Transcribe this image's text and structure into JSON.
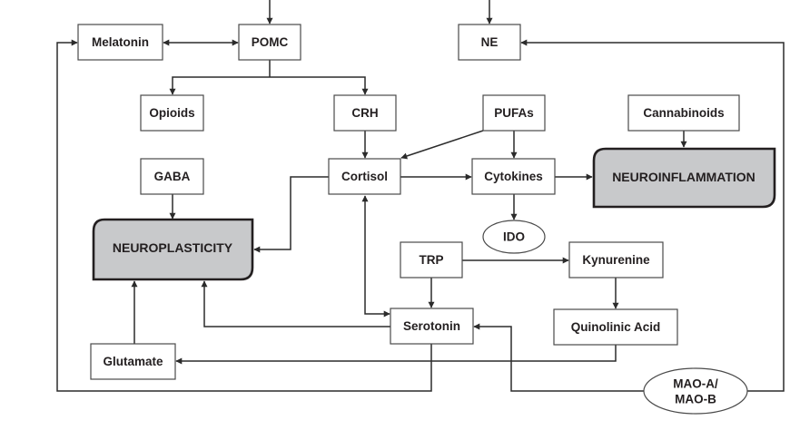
{
  "diagram": {
    "type": "flowchart",
    "colors": {
      "outcome_fill": "#c8c9cb",
      "box_fill": "#ffffff",
      "line": "#2b2b2b",
      "text": "#231f20"
    },
    "nodes": {
      "melatonin": {
        "label": "Melatonin",
        "shape": "box"
      },
      "pomc": {
        "label": "POMC",
        "shape": "box"
      },
      "ne": {
        "label": "NE",
        "shape": "box"
      },
      "opioids": {
        "label": "Opioids",
        "shape": "box"
      },
      "crh": {
        "label": "CRH",
        "shape": "box"
      },
      "pufas": {
        "label": "PUFAs",
        "shape": "box"
      },
      "cannabinoids": {
        "label": "Cannabinoids",
        "shape": "box"
      },
      "gaba": {
        "label": "GABA",
        "shape": "box"
      },
      "cortisol": {
        "label": "Cortisol",
        "shape": "box"
      },
      "cytokines": {
        "label": "Cytokines",
        "shape": "box"
      },
      "neuroinflammation": {
        "label": "NEUROINFLAMMATION",
        "shape": "outcome"
      },
      "neuroplasticity": {
        "label": "NEUROPLASTICITY",
        "shape": "outcome"
      },
      "ido": {
        "label": "IDO",
        "shape": "ellipse"
      },
      "trp": {
        "label": "TRP",
        "shape": "box"
      },
      "kynurenine": {
        "label": "Kynurenine",
        "shape": "box"
      },
      "serotonin": {
        "label": "Serotonin",
        "shape": "box"
      },
      "quinolinic_acid": {
        "label": "Quinolinic Acid",
        "shape": "box"
      },
      "glutamate": {
        "label": "Glutamate",
        "shape": "box"
      },
      "mao": {
        "label_line1": "MAO-A/",
        "label_line2": "MAO-B",
        "shape": "ellipse"
      }
    },
    "edges": [
      {
        "from": "(offscreen)",
        "to": "pomc"
      },
      {
        "from": "(offscreen)",
        "to": "ne"
      },
      {
        "from": "melatonin",
        "to": "pomc",
        "bidirectional": true
      },
      {
        "from": "pomc",
        "to": "opioids"
      },
      {
        "from": "pomc",
        "to": "crh"
      },
      {
        "from": "crh",
        "to": "cortisol"
      },
      {
        "from": "pufas",
        "to": "cortisol"
      },
      {
        "from": "pufas",
        "to": "cytokines"
      },
      {
        "from": "cannabinoids",
        "to": "neuroinflammation"
      },
      {
        "from": "cortisol",
        "to": "cytokines"
      },
      {
        "from": "cytokines",
        "to": "neuroinflammation"
      },
      {
        "from": "cytokines",
        "to": "ido"
      },
      {
        "from": "gaba",
        "to": "neuroplasticity"
      },
      {
        "from": "cortisol",
        "to": "neuroplasticity"
      },
      {
        "from": "cortisol",
        "to": "serotonin",
        "bidirectional": true
      },
      {
        "from": "trp",
        "to": "kynurenine"
      },
      {
        "from": "trp",
        "to": "serotonin"
      },
      {
        "from": "kynurenine",
        "to": "quinolinic_acid"
      },
      {
        "from": "serotonin",
        "to": "neuroplasticity"
      },
      {
        "from": "quinolinic_acid",
        "to": "glutamate"
      },
      {
        "from": "glutamate",
        "to": "neuroplasticity"
      },
      {
        "from": "serotonin",
        "to": "melatonin"
      },
      {
        "from": "mao",
        "to": "serotonin"
      },
      {
        "from": "mao",
        "to": "ne"
      }
    ]
  }
}
